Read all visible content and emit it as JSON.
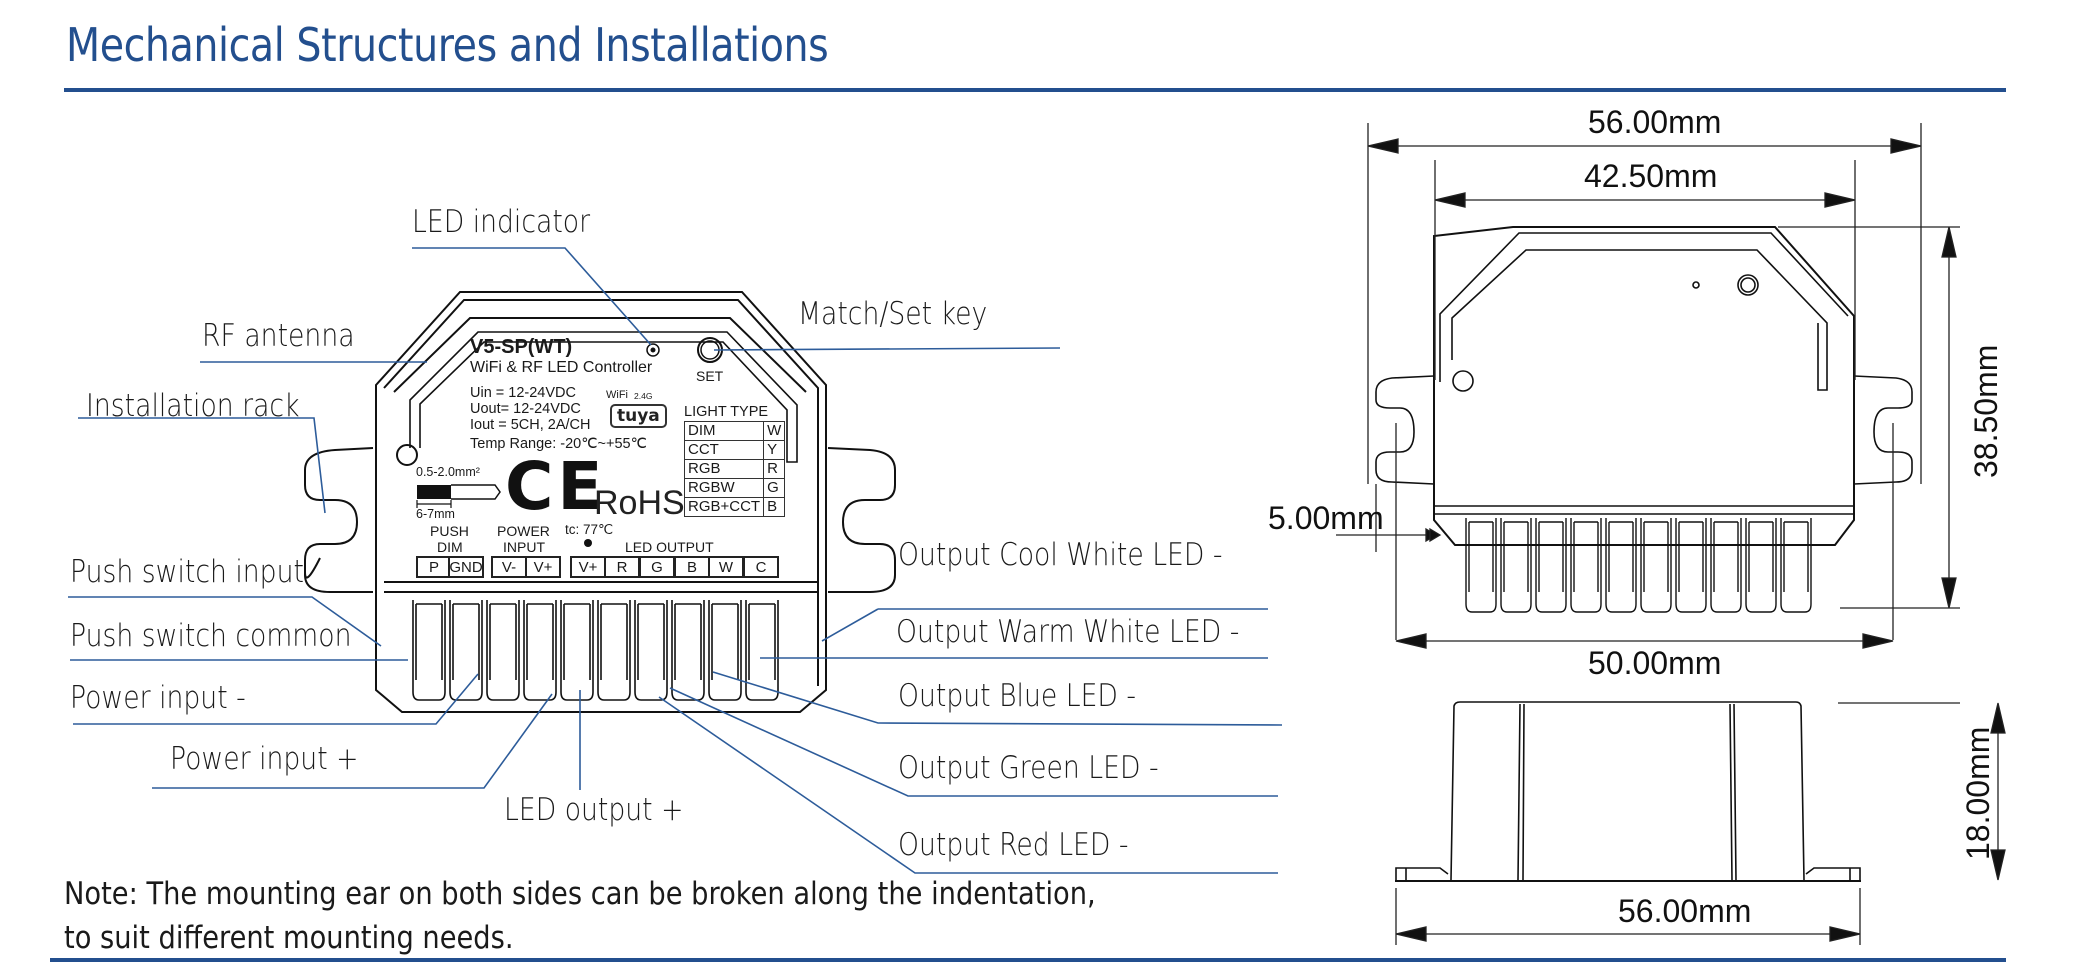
{
  "page": {
    "title": "Mechanical Structures and Installations",
    "accent_color": "#234f8e",
    "note_line1": "Note: The mounting ear on both sides can be broken along the indentation,",
    "note_line2": "to suit different mounting needs."
  },
  "callouts": {
    "led_indicator": "LED indicator",
    "rf_antenna": "RF antenna",
    "installation_rack": "Installation rack",
    "match_set_key": "Match/Set key",
    "push_switch_input": "Push switch input",
    "push_switch_common": "Push switch common",
    "power_input_minus": "Power input -",
    "power_input_plus": "Power input +",
    "led_output_plus": "LED output +",
    "output_cool_white": "Output Cool White LED -",
    "output_warm_white": "Output Warm White LED -",
    "output_blue": "Output Blue LED -",
    "output_green": "Output Green LED -",
    "output_red": "Output Red LED -"
  },
  "device": {
    "model": "V5-SP(WT)",
    "subtitle": "WiFi & RF LED Controller",
    "specs": [
      "Uin  = 12-24VDC",
      "Uout= 12-24VDC",
      "Iout  = 5CH, 2A/CH",
      "Temp Range: -20℃~+55℃"
    ],
    "wifi_label": "WiFi",
    "band_label": "2.4G",
    "brand_badge": "tuya",
    "set_label": "SET",
    "wire_gauge": "0.5-2.0mm²",
    "strip_length": "6-7mm",
    "ce_mark": "CE",
    "rohs_mark": "RoHS",
    "tc_temp": "tc: 77℃",
    "light_type": {
      "header": "LIGHT TYPE",
      "rows": [
        {
          "type": "DIM",
          "code": "W"
        },
        {
          "type": "CCT",
          "code": "Y"
        },
        {
          "type": "RGB",
          "code": "R"
        },
        {
          "type": "RGBW",
          "code": "G"
        },
        {
          "type": "RGB+CCT",
          "code": "B"
        }
      ]
    },
    "groups": {
      "push_dim_1": "PUSH",
      "push_dim_2": "DIM",
      "power_input_1": "POWER",
      "power_input_2": "INPUT",
      "led_output": "LED OUTPUT"
    },
    "terminals": [
      "P",
      "GND",
      "V-",
      "V+",
      "V+",
      "R",
      "G",
      "B",
      "W",
      "C"
    ]
  },
  "dimensions": {
    "overall_width": "56.00mm",
    "body_width": "42.50mm",
    "height": "38.50mm",
    "ear_offset": "5.00mm",
    "hole_spacing": "50.00mm",
    "side_height": "18.00mm",
    "side_width": "56.00mm"
  }
}
